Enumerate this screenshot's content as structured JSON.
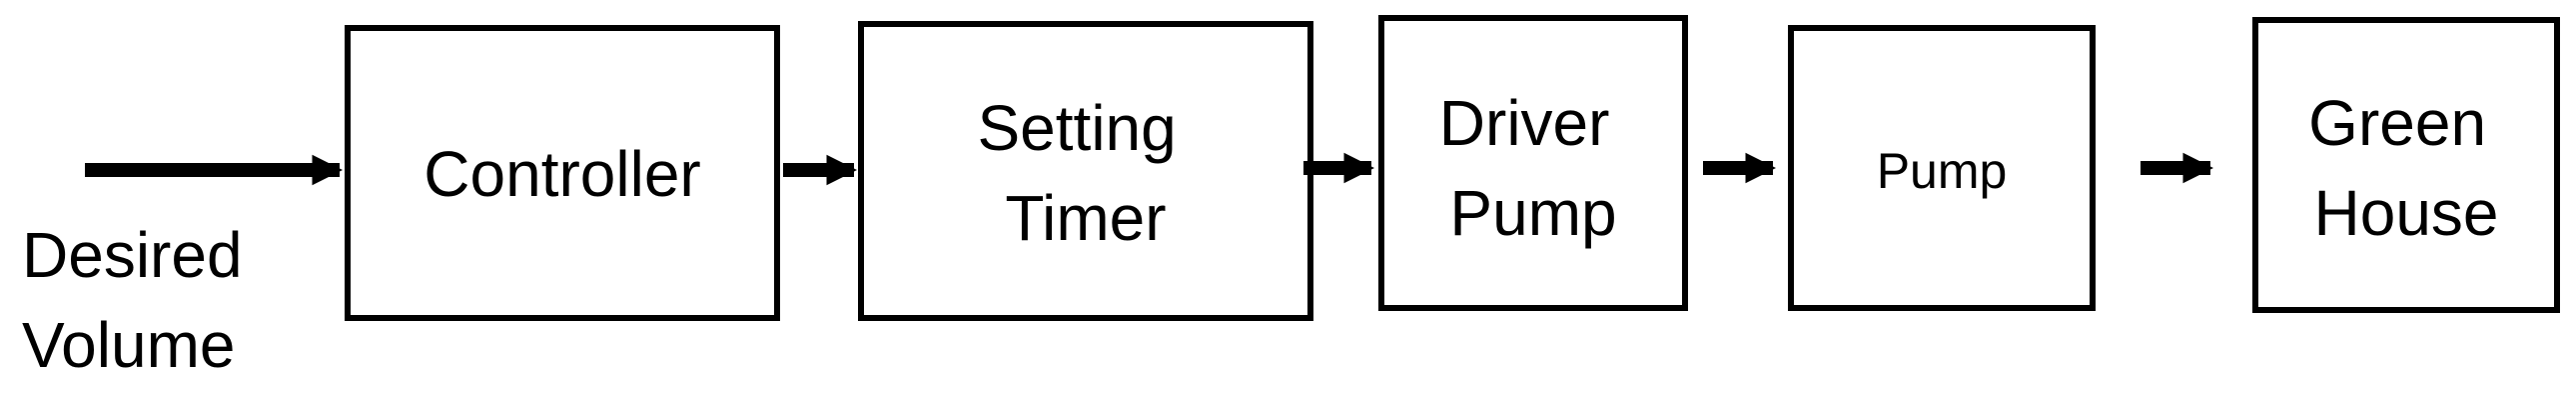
{
  "input": {
    "label_line1": "Desired",
    "label_line2": "Volume"
  },
  "blocks": [
    {
      "id": "controller",
      "lines": [
        "Controller"
      ]
    },
    {
      "id": "setting-timer",
      "lines": [
        "Setting",
        "Timer"
      ]
    },
    {
      "id": "driver-pump",
      "lines": [
        "Driver",
        "Pump"
      ]
    },
    {
      "id": "pump",
      "lines": [
        "Pump"
      ]
    },
    {
      "id": "green-house",
      "lines": [
        "Green",
        "House"
      ]
    }
  ],
  "colors": {
    "stroke": "#000000",
    "text": "#000000",
    "background": "#ffffff"
  }
}
